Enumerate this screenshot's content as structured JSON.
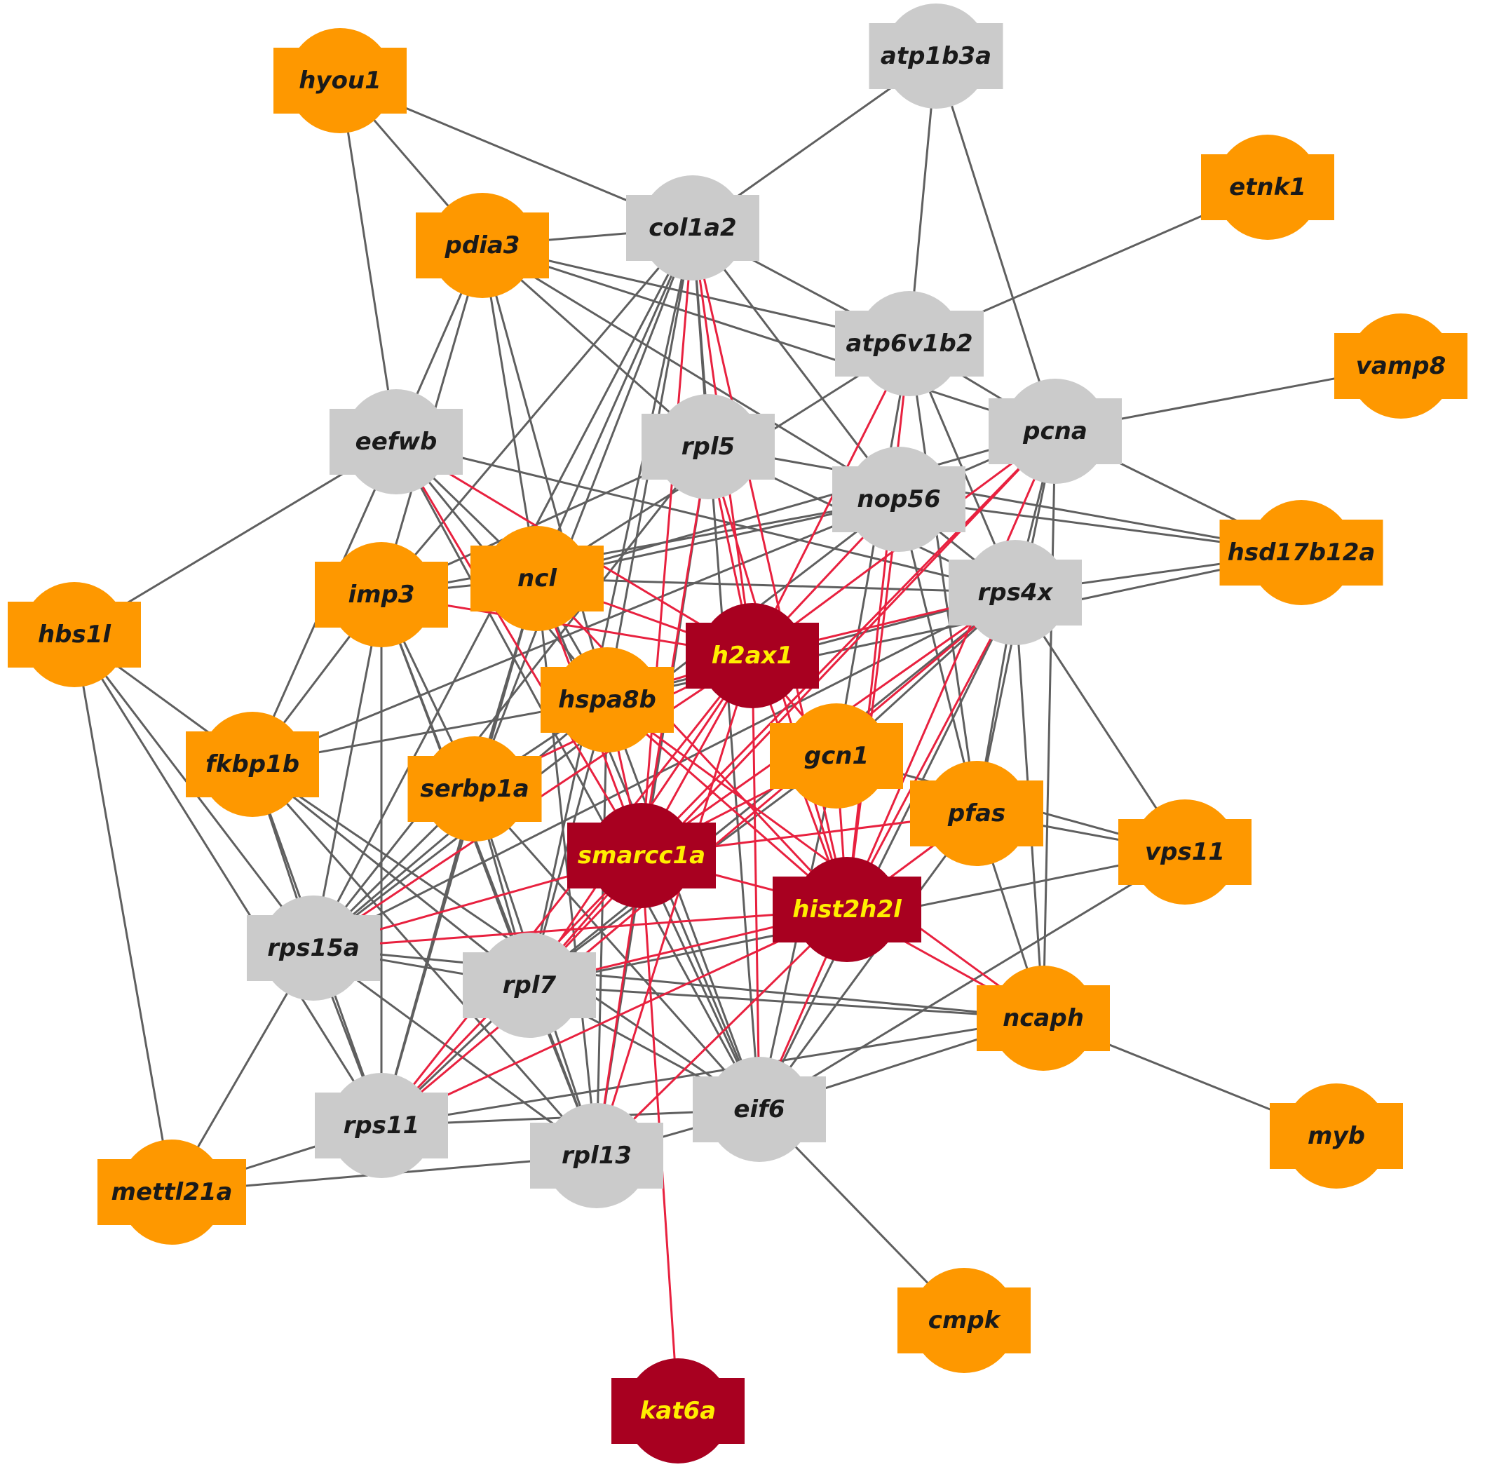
{
  "colors": {
    "orange": "#fe9800",
    "gray": "#cbcbcb",
    "red": "#a80020",
    "label_dark": "#1a1a1a",
    "label_highlight": "#ffee00",
    "edge_gray": "#5f5f5f",
    "edge_red": "#e8213f"
  },
  "nodes": [
    {
      "id": "hyou1",
      "label": "hyou1",
      "group": "orange"
    },
    {
      "id": "atp1b3a",
      "label": "atp1b3a",
      "group": "gray"
    },
    {
      "id": "etnk1",
      "label": "etnk1",
      "group": "orange"
    },
    {
      "id": "col1a2",
      "label": "col1a2",
      "group": "gray"
    },
    {
      "id": "pdia3",
      "label": "pdia3",
      "group": "orange"
    },
    {
      "id": "atp6v1b2",
      "label": "atp6v1b2",
      "group": "gray"
    },
    {
      "id": "vamp8",
      "label": "vamp8",
      "group": "orange"
    },
    {
      "id": "eefwb",
      "label": "eefwb",
      "group": "gray"
    },
    {
      "id": "rpl5",
      "label": "rpl5",
      "group": "gray"
    },
    {
      "id": "pcna",
      "label": "pcna",
      "group": "gray"
    },
    {
      "id": "nop56",
      "label": "nop56",
      "group": "gray"
    },
    {
      "id": "hsd17b12a",
      "label": "hsd17b12a",
      "group": "orange"
    },
    {
      "id": "ncl",
      "label": "ncl",
      "group": "orange"
    },
    {
      "id": "imp3",
      "label": "imp3",
      "group": "orange"
    },
    {
      "id": "rps4x",
      "label": "rps4x",
      "group": "gray"
    },
    {
      "id": "hbs1l",
      "label": "hbs1l",
      "group": "orange"
    },
    {
      "id": "h2ax1",
      "label": "h2ax1",
      "group": "red"
    },
    {
      "id": "hspa8b",
      "label": "hspa8b",
      "group": "orange"
    },
    {
      "id": "gcn1",
      "label": "gcn1",
      "group": "orange"
    },
    {
      "id": "fkbp1b",
      "label": "fkbp1b",
      "group": "orange"
    },
    {
      "id": "serbp1a",
      "label": "serbp1a",
      "group": "orange"
    },
    {
      "id": "pfas",
      "label": "pfas",
      "group": "orange"
    },
    {
      "id": "smarcc1a",
      "label": "smarcc1a",
      "group": "red"
    },
    {
      "id": "vps11",
      "label": "vps11",
      "group": "orange"
    },
    {
      "id": "hist2h2l",
      "label": "hist2h2l",
      "group": "red"
    },
    {
      "id": "rps15a",
      "label": "rps15a",
      "group": "gray"
    },
    {
      "id": "rpl7",
      "label": "rpl7",
      "group": "gray"
    },
    {
      "id": "ncaph",
      "label": "ncaph",
      "group": "orange"
    },
    {
      "id": "eif6",
      "label": "eif6",
      "group": "gray"
    },
    {
      "id": "rps11",
      "label": "rps11",
      "group": "gray"
    },
    {
      "id": "rpl13",
      "label": "rpl13",
      "group": "gray"
    },
    {
      "id": "myb",
      "label": "myb",
      "group": "orange"
    },
    {
      "id": "mettl21a",
      "label": "mettl21a",
      "group": "orange"
    },
    {
      "id": "cmpk",
      "label": "cmpk",
      "group": "orange"
    },
    {
      "id": "kat6a",
      "label": "kat6a",
      "group": "red"
    }
  ],
  "edges": [
    [
      "hyou1",
      "pdia3",
      "g"
    ],
    [
      "hyou1",
      "eefwb",
      "g"
    ],
    [
      "hyou1",
      "col1a2",
      "g"
    ],
    [
      "atp1b3a",
      "col1a2",
      "g"
    ],
    [
      "atp1b3a",
      "atp6v1b2",
      "g"
    ],
    [
      "atp1b3a",
      "pcna",
      "g"
    ],
    [
      "etnk1",
      "atp6v1b2",
      "g"
    ],
    [
      "vamp8",
      "pcna",
      "g"
    ],
    [
      "pdia3",
      "col1a2",
      "g"
    ],
    [
      "pdia3",
      "eefwb",
      "g"
    ],
    [
      "pdia3",
      "imp3",
      "g"
    ],
    [
      "pdia3",
      "atp6v1b2",
      "g"
    ],
    [
      "pdia3",
      "rpl5",
      "g"
    ],
    [
      "pdia3",
      "nop56",
      "g"
    ],
    [
      "pdia3",
      "pcna",
      "g"
    ],
    [
      "pdia3",
      "hspa8b",
      "g"
    ],
    [
      "pdia3",
      "ncl",
      "g"
    ],
    [
      "col1a2",
      "rpl5",
      "g"
    ],
    [
      "col1a2",
      "imp3",
      "g"
    ],
    [
      "col1a2",
      "ncl",
      "g"
    ],
    [
      "col1a2",
      "atp6v1b2",
      "g"
    ],
    [
      "col1a2",
      "nop56",
      "g"
    ],
    [
      "col1a2",
      "serbp1a",
      "g"
    ],
    [
      "col1a2",
      "hspa8b",
      "g"
    ],
    [
      "col1a2",
      "rps15a",
      "g"
    ],
    [
      "col1a2",
      "rpl7",
      "g"
    ],
    [
      "col1a2",
      "eif6",
      "g"
    ],
    [
      "col1a2",
      "h2ax1",
      "r"
    ],
    [
      "col1a2",
      "hist2h2l",
      "r"
    ],
    [
      "col1a2",
      "smarcc1a",
      "r"
    ],
    [
      "atp6v1b2",
      "pcna",
      "g"
    ],
    [
      "atp6v1b2",
      "ncl",
      "g"
    ],
    [
      "atp6v1b2",
      "rps4x",
      "g"
    ],
    [
      "atp6v1b2",
      "pfas",
      "g"
    ],
    [
      "atp6v1b2",
      "h2ax1",
      "r"
    ],
    [
      "atp6v1b2",
      "hist2h2l",
      "r"
    ],
    [
      "atp6v1b2",
      "gcn1",
      "g"
    ],
    [
      "eefwb",
      "hbs1l",
      "g"
    ],
    [
      "eefwb",
      "ncl",
      "g"
    ],
    [
      "eefwb",
      "fkbp1b",
      "g"
    ],
    [
      "eefwb",
      "h2ax1",
      "r"
    ],
    [
      "eefwb",
      "smarcc1a",
      "r"
    ],
    [
      "eefwb",
      "hspa8b",
      "g"
    ],
    [
      "eefwb",
      "rps4x",
      "g"
    ],
    [
      "eefwb",
      "eif6",
      "g"
    ],
    [
      "rpl5",
      "rps4x",
      "g"
    ],
    [
      "rpl5",
      "imp3",
      "g"
    ],
    [
      "rpl5",
      "h2ax1",
      "r"
    ],
    [
      "rpl5",
      "smarcc1a",
      "r"
    ],
    [
      "rpl5",
      "hist2h2l",
      "r"
    ],
    [
      "rpl5",
      "rps15a",
      "g"
    ],
    [
      "rpl5",
      "rpl13",
      "g"
    ],
    [
      "rpl5",
      "hsd17b12a",
      "g"
    ],
    [
      "pcna",
      "nop56",
      "g"
    ],
    [
      "pcna",
      "rps4x",
      "g"
    ],
    [
      "pcna",
      "hsd17b12a",
      "g"
    ],
    [
      "pcna",
      "h2ax1",
      "r"
    ],
    [
      "pcna",
      "hist2h2l",
      "r"
    ],
    [
      "pcna",
      "smarcc1a",
      "r"
    ],
    [
      "pcna",
      "ncaph",
      "g"
    ],
    [
      "pcna",
      "pfas",
      "g"
    ],
    [
      "pcna",
      "ncl",
      "g"
    ],
    [
      "pcna",
      "rpl7",
      "r"
    ],
    [
      "nop56",
      "rps4x",
      "g"
    ],
    [
      "nop56",
      "hsd17b12a",
      "g"
    ],
    [
      "nop56",
      "imp3",
      "g"
    ],
    [
      "nop56",
      "ncl",
      "g"
    ],
    [
      "nop56",
      "h2ax1",
      "r"
    ],
    [
      "nop56",
      "hist2h2l",
      "r"
    ],
    [
      "nop56",
      "pfas",
      "g"
    ],
    [
      "nop56",
      "rps15a",
      "g"
    ],
    [
      "nop56",
      "fkbp1b",
      "g"
    ],
    [
      "hsd17b12a",
      "rps4x",
      "g"
    ],
    [
      "hsd17b12a",
      "hspa8b",
      "g"
    ],
    [
      "ncl",
      "imp3",
      "g"
    ],
    [
      "ncl",
      "rps4x",
      "g"
    ],
    [
      "ncl",
      "hspa8b",
      "g"
    ],
    [
      "ncl",
      "h2ax1",
      "r"
    ],
    [
      "ncl",
      "hist2h2l",
      "r"
    ],
    [
      "ncl",
      "smarcc1a",
      "r"
    ],
    [
      "ncl",
      "serbp1a",
      "g"
    ],
    [
      "ncl",
      "rps11",
      "g"
    ],
    [
      "ncl",
      "rpl13",
      "g"
    ],
    [
      "ncl",
      "eif6",
      "g"
    ],
    [
      "imp3",
      "fkbp1b",
      "g"
    ],
    [
      "imp3",
      "rps15a",
      "g"
    ],
    [
      "imp3",
      "rps11",
      "g"
    ],
    [
      "imp3",
      "rpl7",
      "g"
    ],
    [
      "imp3",
      "rpl13",
      "g"
    ],
    [
      "imp3",
      "h2ax1",
      "r"
    ],
    [
      "imp3",
      "serbp1a",
      "g"
    ],
    [
      "rps4x",
      "h2ax1",
      "r"
    ],
    [
      "rps4x",
      "hspa8b",
      "g"
    ],
    [
      "rps4x",
      "smarcc1a",
      "r"
    ],
    [
      "rps4x",
      "hist2h2l",
      "r"
    ],
    [
      "rps4x",
      "pfas",
      "g"
    ],
    [
      "rps4x",
      "vps11",
      "g"
    ],
    [
      "rps4x",
      "ncaph",
      "g"
    ],
    [
      "rps4x",
      "rps15a",
      "g"
    ],
    [
      "rps4x",
      "rpl7",
      "g"
    ],
    [
      "rps4x",
      "rps11",
      "r"
    ],
    [
      "rps4x",
      "eif6",
      "g"
    ],
    [
      "rps4x",
      "gcn1",
      "g"
    ],
    [
      "hbs1l",
      "fkbp1b",
      "g"
    ],
    [
      "hbs1l",
      "rps15a",
      "g"
    ],
    [
      "hbs1l",
      "rps11",
      "g"
    ],
    [
      "hbs1l",
      "mettl21a",
      "g"
    ],
    [
      "h2ax1",
      "hspa8b",
      "r"
    ],
    [
      "h2ax1",
      "smarcc1a",
      "r"
    ],
    [
      "h2ax1",
      "hist2h2l",
      "r"
    ],
    [
      "h2ax1",
      "gcn1",
      "r"
    ],
    [
      "h2ax1",
      "serbp1a",
      "r"
    ],
    [
      "h2ax1",
      "rps15a",
      "r"
    ],
    [
      "h2ax1",
      "rpl7",
      "r"
    ],
    [
      "h2ax1",
      "rps11",
      "r"
    ],
    [
      "h2ax1",
      "rpl13",
      "r"
    ],
    [
      "h2ax1",
      "eif6",
      "r"
    ],
    [
      "hspa8b",
      "smarcc1a",
      "r"
    ],
    [
      "hspa8b",
      "hist2h2l",
      "r"
    ],
    [
      "hspa8b",
      "serbp1a",
      "g"
    ],
    [
      "hspa8b",
      "rps15a",
      "g"
    ],
    [
      "hspa8b",
      "rpl7",
      "g"
    ],
    [
      "hspa8b",
      "fkbp1b",
      "g"
    ],
    [
      "hspa8b",
      "eif6",
      "g"
    ],
    [
      "hspa8b",
      "ncaph",
      "r"
    ],
    [
      "hspa8b",
      "rpl13",
      "g"
    ],
    [
      "gcn1",
      "smarcc1a",
      "r"
    ],
    [
      "gcn1",
      "hist2h2l",
      "r"
    ],
    [
      "gcn1",
      "vps11",
      "g"
    ],
    [
      "gcn1",
      "rpl7",
      "g"
    ],
    [
      "gcn1",
      "eif6",
      "g"
    ],
    [
      "fkbp1b",
      "rps15a",
      "g"
    ],
    [
      "fkbp1b",
      "rpl7",
      "g"
    ],
    [
      "fkbp1b",
      "rps11",
      "g"
    ],
    [
      "fkbp1b",
      "rpl13",
      "g"
    ],
    [
      "fkbp1b",
      "eif6",
      "g"
    ],
    [
      "serbp1a",
      "rps15a",
      "g"
    ],
    [
      "serbp1a",
      "rps11",
      "g"
    ],
    [
      "serbp1a",
      "rpl7",
      "g"
    ],
    [
      "serbp1a",
      "rpl13",
      "g"
    ],
    [
      "serbp1a",
      "eif6",
      "g"
    ],
    [
      "pfas",
      "hist2h2l",
      "r"
    ],
    [
      "pfas",
      "ncaph",
      "g"
    ],
    [
      "pfas",
      "vps11",
      "g"
    ],
    [
      "pfas",
      "eif6",
      "g"
    ],
    [
      "pfas",
      "smarcc1a",
      "r"
    ],
    [
      "smarcc1a",
      "hist2h2l",
      "r"
    ],
    [
      "smarcc1a",
      "kat6a",
      "r"
    ],
    [
      "smarcc1a",
      "rps15a",
      "r"
    ],
    [
      "smarcc1a",
      "rps11",
      "r"
    ],
    [
      "smarcc1a",
      "rpl13",
      "r"
    ],
    [
      "smarcc1a",
      "rpl7",
      "r"
    ],
    [
      "smarcc1a",
      "eif6",
      "g"
    ],
    [
      "hist2h2l",
      "ncaph",
      "r"
    ],
    [
      "hist2h2l",
      "rps15a",
      "r"
    ],
    [
      "hist2h2l",
      "rpl7",
      "r"
    ],
    [
      "hist2h2l",
      "rps11",
      "r"
    ],
    [
      "hist2h2l",
      "rpl13",
      "r"
    ],
    [
      "hist2h2l",
      "eif6",
      "r"
    ],
    [
      "vps11",
      "rpl7",
      "g"
    ],
    [
      "vps11",
      "eif6",
      "g"
    ],
    [
      "rps15a",
      "rps11",
      "g"
    ],
    [
      "rps15a",
      "rpl7",
      "g"
    ],
    [
      "rps15a",
      "mettl21a",
      "g"
    ],
    [
      "rps15a",
      "ncaph",
      "g"
    ],
    [
      "rps15a",
      "rpl13",
      "g"
    ],
    [
      "rpl7",
      "rps11",
      "g"
    ],
    [
      "rpl7",
      "rpl13",
      "g"
    ],
    [
      "rpl7",
      "eif6",
      "g"
    ],
    [
      "rpl7",
      "ncaph",
      "g"
    ],
    [
      "ncaph",
      "myb",
      "g"
    ],
    [
      "ncaph",
      "eif6",
      "g"
    ],
    [
      "ncaph",
      "rps11",
      "g"
    ],
    [
      "eif6",
      "cmpk",
      "g"
    ],
    [
      "eif6",
      "rps11",
      "g"
    ],
    [
      "eif6",
      "rpl13",
      "g"
    ],
    [
      "rps11",
      "mettl21a",
      "g"
    ],
    [
      "rpl13",
      "mettl21a",
      "g"
    ]
  ]
}
